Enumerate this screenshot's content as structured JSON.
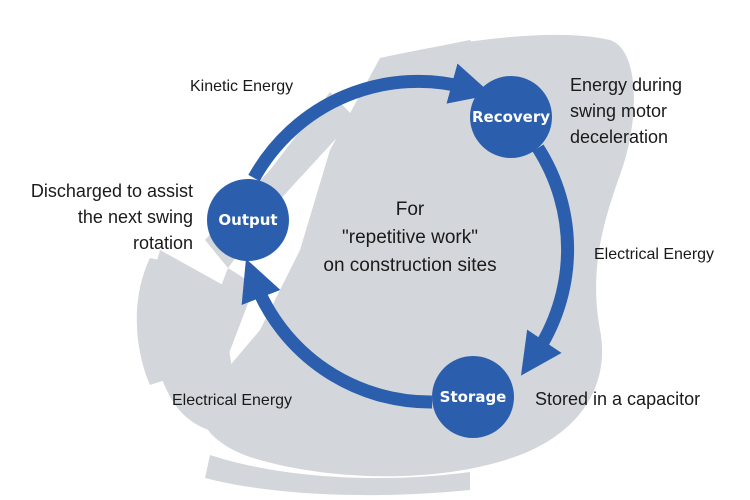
{
  "nodes": {
    "recovery": "Recovery",
    "output": "Output",
    "storage": "Storage"
  },
  "edges": {
    "output_to_recovery": "Kinetic Energy",
    "recovery_to_storage": "Electrical Energy",
    "storage_to_output": "Electrical Energy"
  },
  "descriptions": {
    "recovery": [
      "Energy during",
      "swing motor",
      "deceleration"
    ],
    "output": [
      "Discharged to assist",
      "the next swing",
      "rotation"
    ],
    "storage": "Stored in a capacitor"
  },
  "center": [
    "For",
    "\"repetitive work\"",
    "on construction sites"
  ],
  "colors": {
    "accent": "#2b5fad",
    "silhouette": "#d3d6db",
    "text": "#1a1a1a"
  }
}
